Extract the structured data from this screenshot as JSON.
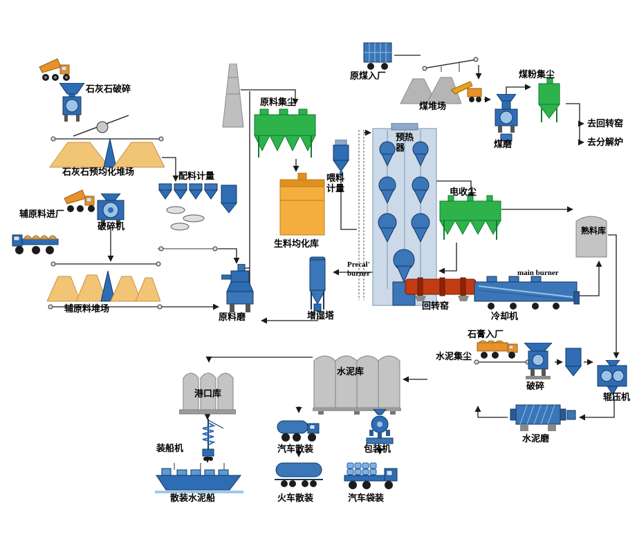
{
  "labels": {
    "limestone_crushing": "石灰石破碎",
    "limestone_preblending_yard": "石灰石预均化堆场",
    "batching_metering": "配料计量",
    "aux_material_inbound": "辅原料进厂",
    "crusher": "破碎机",
    "aux_material_yard": "辅原料堆场",
    "raw_mill": "原料磨",
    "raw_material_dust_collector": "原料集尘",
    "raw_meal_homogenizing_silo": "生料均化库",
    "feeding_metering": "喂料计量",
    "preheater": "预热器",
    "humidifying_tower": "增湿塔",
    "precal_burner": "Precal' burner",
    "rotary_kiln": "回转窑",
    "main_burner": "main burner",
    "cooler": "冷却机",
    "electrostatic_precipitator": "电收尘",
    "clinker_silo": "熟料库",
    "raw_coal_inbound": "原煤入厂",
    "coal_yard": "煤堆场",
    "coal_dust_collector": "煤粉集尘",
    "coal_mill": "煤磨",
    "to_rotary_kiln": "去回转窑",
    "to_calciner": "去分解炉",
    "port_silo": "港口库",
    "ship_loader": "装船机",
    "bulk_cement_ship": "散装水泥船",
    "cement_silo": "水泥库",
    "truck_bulk_loading": "汽车散装",
    "train_bulk_loading": "火车散装",
    "packing_machine": "包装机",
    "truck_bag_loading": "汽车袋装",
    "cement_dust_collector": "水泥集尘",
    "gypsum_inbound": "石膏入厂",
    "crushing": "破碎",
    "roller_press": "辊压机",
    "cement_mill": "水泥磨"
  },
  "colors": {
    "equipment_blue": "#2e6db4",
    "equipment_blue_light": "#9cc3e8",
    "dust_collector_green": "#2db34a",
    "silo_orange": "#f3ae3d",
    "kiln_red": "#c23b12",
    "pile_yellow": "#f2c476",
    "pile_gray": "#b5b5b5",
    "silo_gray": "#c4c4c4",
    "truck_orange": "#e8922a",
    "line_black": "#1a1a1a",
    "background": "#ffffff"
  }
}
